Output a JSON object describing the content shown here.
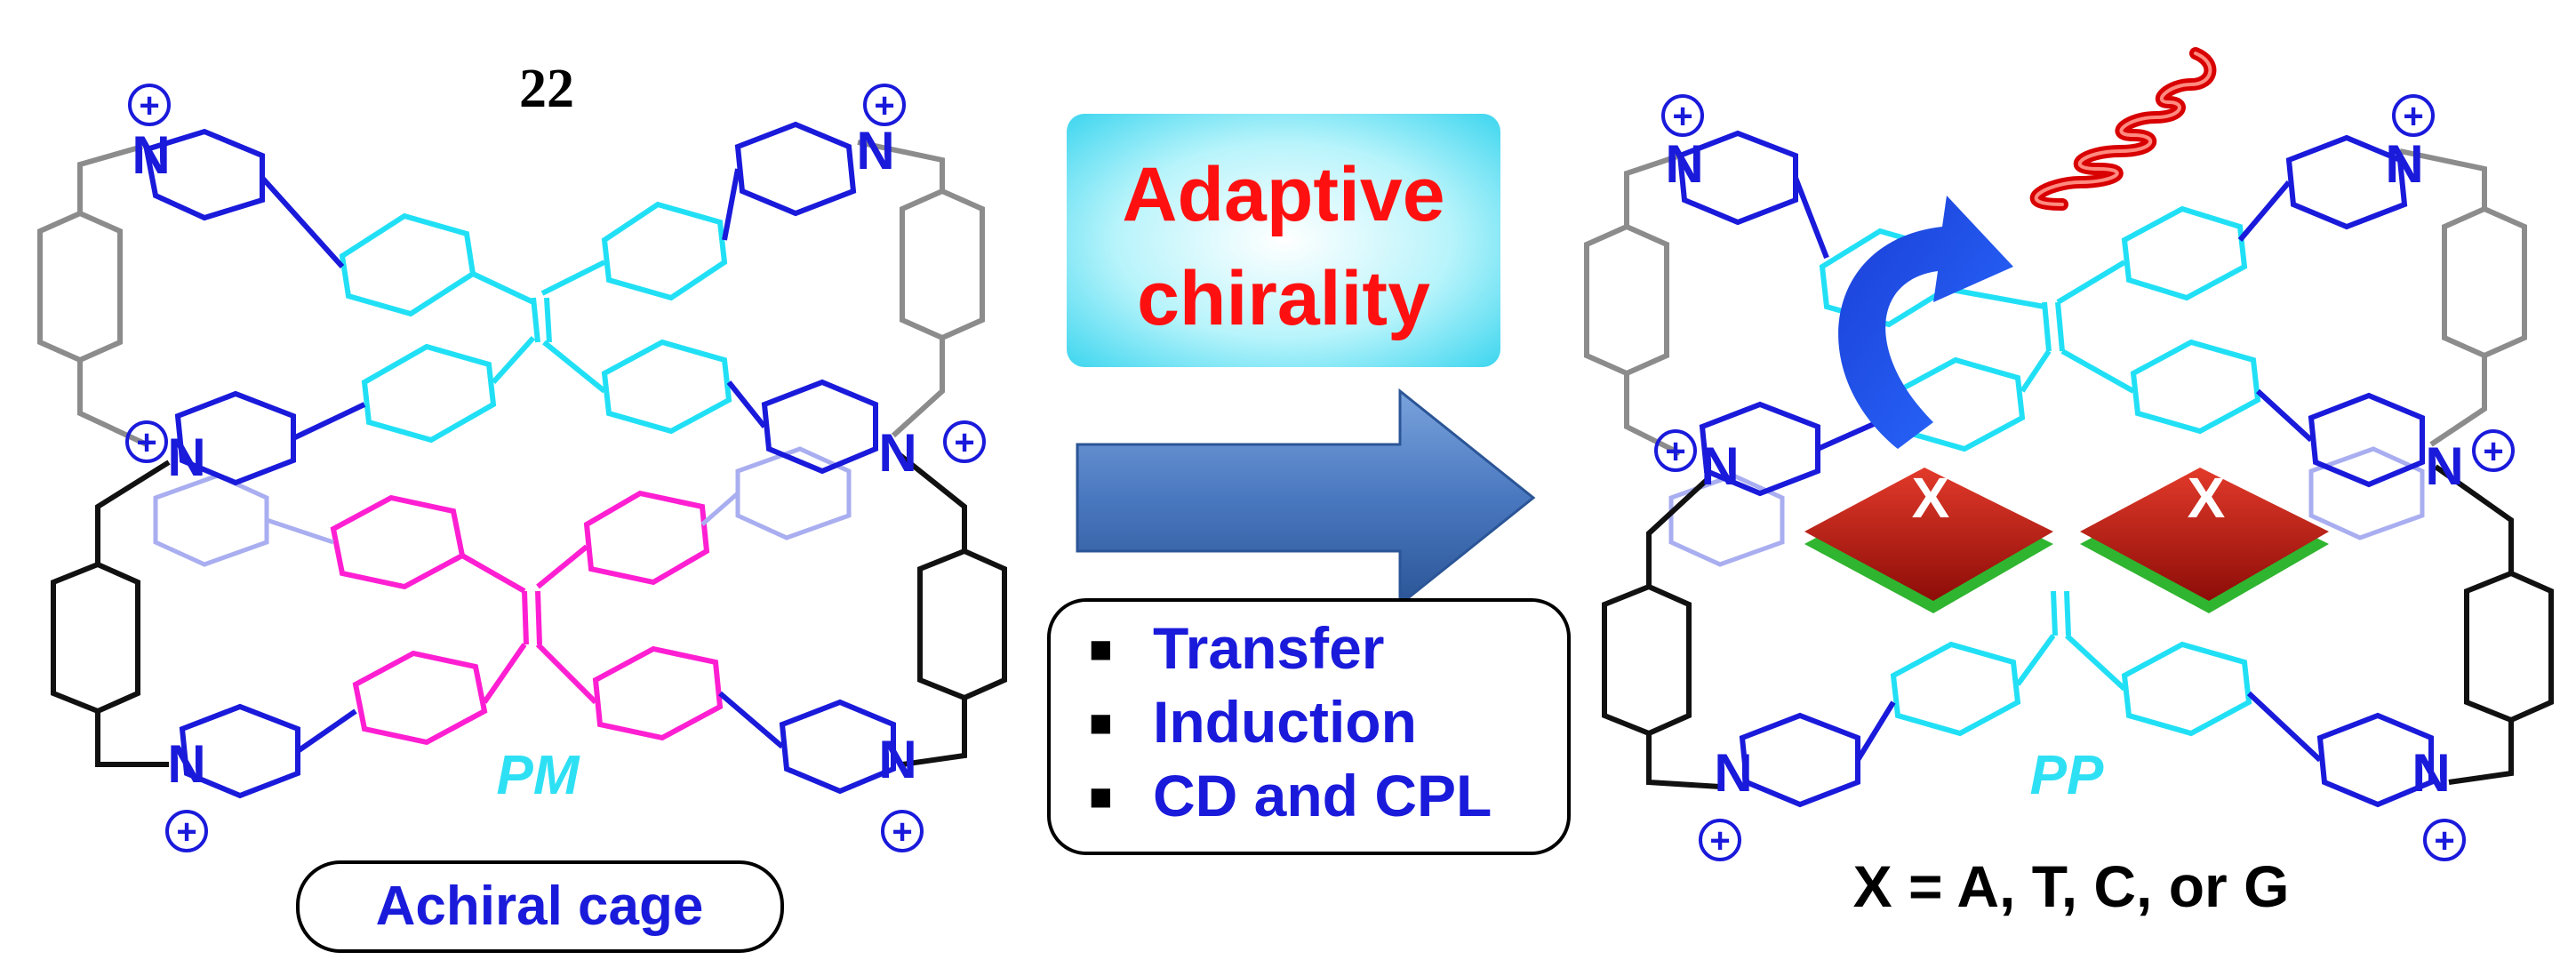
{
  "compound_number": "22",
  "left_cage": {
    "conformation_label": "PM",
    "caption": "Achiral cage"
  },
  "right_cage": {
    "conformation_label": "PP",
    "caption": "X = A, T, C, or G",
    "guest_label": "X"
  },
  "atoms": {
    "nitrogen": "N",
    "charge": "+"
  },
  "middle": {
    "title_line1": "Adaptive",
    "title_line2": "chirality",
    "bullet_symbol": "■",
    "bullets": [
      "Transfer",
      "Induction",
      "CD and CPL"
    ]
  },
  "colors": {
    "pyridinium": "#1a1adb",
    "tpe_cyan": "#21e0f5",
    "tpe_magenta": "#ff1fd2",
    "linker_gray": "#8c8c8c",
    "linker_black": "#111111",
    "faded_blue": "#a9aef0",
    "title_red": "#ff1010",
    "arrow_blue": "#3f6fb8",
    "guest_red": "#b3120c",
    "guest_green": "#2fb52f"
  },
  "icons": [
    "helix-icon",
    "curved-arrow-icon",
    "reaction-arrow-icon"
  ]
}
